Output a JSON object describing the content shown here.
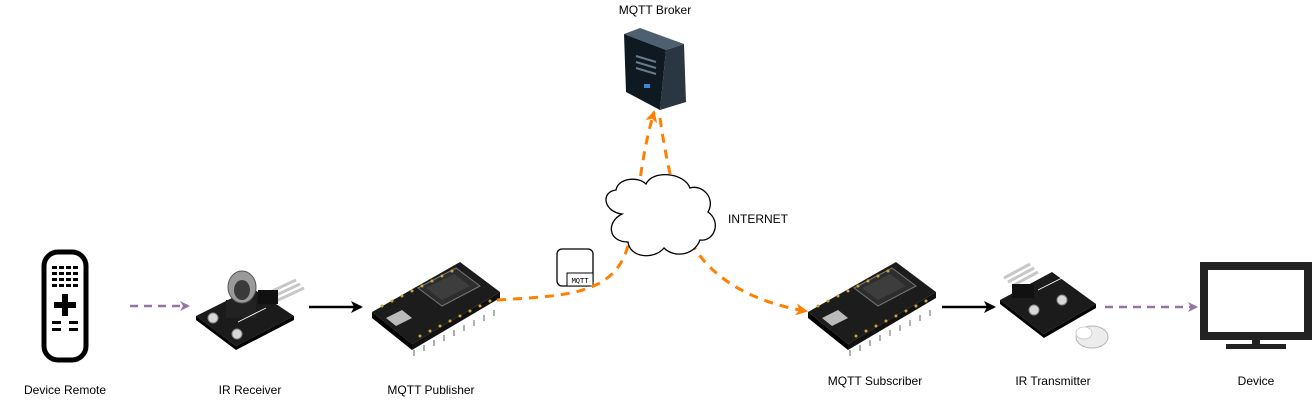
{
  "nodes": {
    "device_remote": {
      "label": "Device Remote"
    },
    "ir_receiver": {
      "label": "IR Receiver"
    },
    "mqtt_publisher": {
      "label": "MQTT Publisher"
    },
    "mqtt_broker": {
      "label": "MQTT Broker"
    },
    "internet": {
      "label": "INTERNET"
    },
    "mqtt_subscriber": {
      "label": "MQTT Subscriber"
    },
    "ir_transmitter": {
      "label": "IR Transmitter"
    },
    "device": {
      "label": "Device"
    }
  },
  "mqtt_message": {
    "label": "MQTT"
  },
  "colors": {
    "ir_signal_arrow": "#9673a6",
    "wired_arrow": "#000000",
    "mqtt_path": "#ff8000",
    "board_pcb": "#1c1c1c",
    "server_body": "#1a2530"
  }
}
